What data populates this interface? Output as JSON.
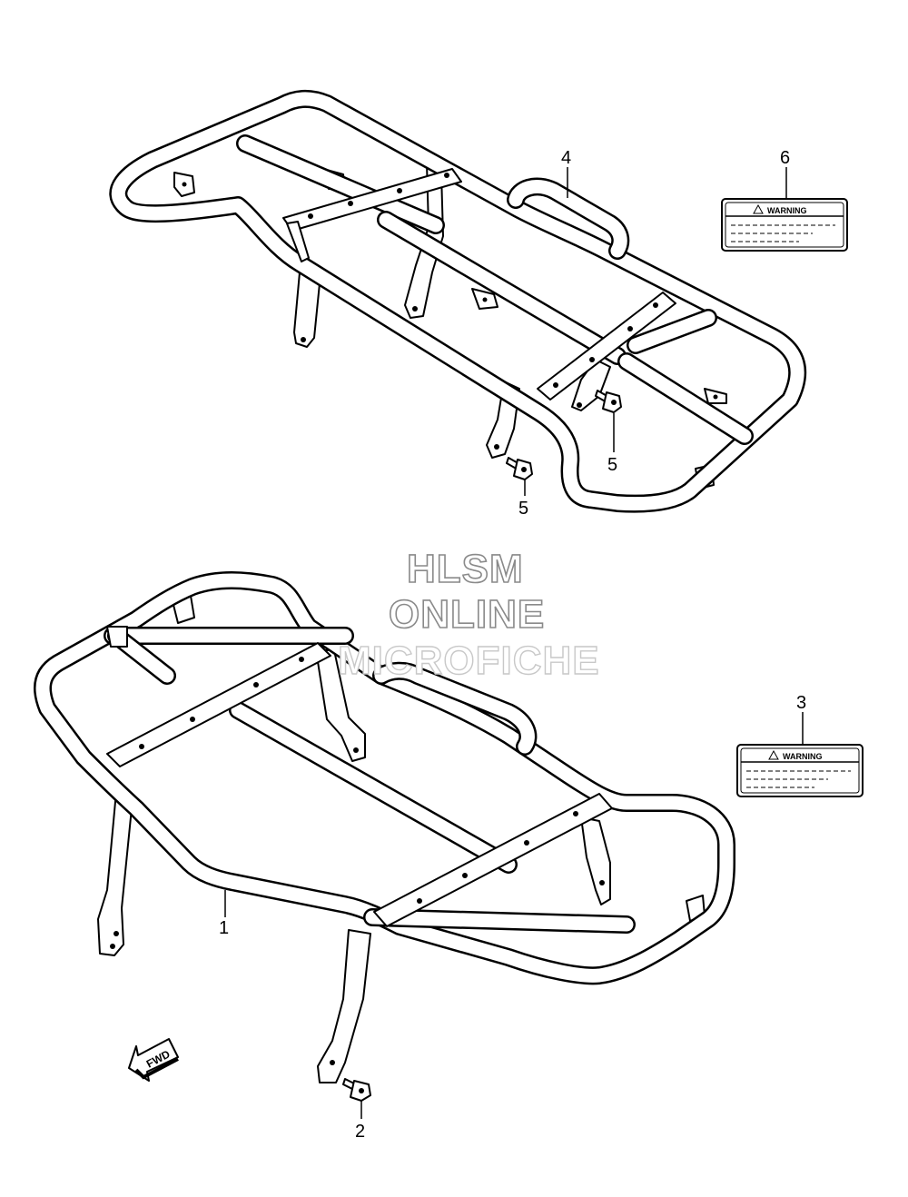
{
  "watermark": {
    "line1": "HLSM",
    "line2": "ONLINE",
    "line3": "MICROFICHE"
  },
  "callouts": {
    "part1": "1",
    "part2": "2",
    "part3": "3",
    "part4": "4",
    "part5a": "5",
    "part5b": "5",
    "part6": "6"
  },
  "labels": {
    "warning_label_6": "WARNING",
    "warning_label_3": "WARNING"
  },
  "direction_arrow": {
    "text": "FWD"
  },
  "colors": {
    "line": "#000000",
    "background": "#ffffff",
    "watermark": "#8a8a8a"
  }
}
